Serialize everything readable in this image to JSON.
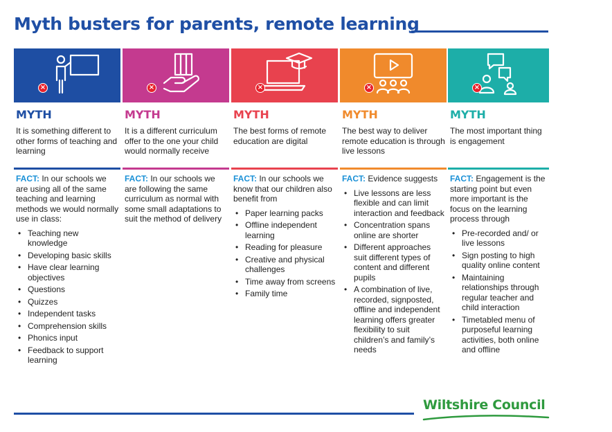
{
  "title": "Myth busters for parents, remote learning",
  "colors": {
    "title": "#1f4fa5",
    "logo": "#2e9a3e",
    "badge": "#e8202a",
    "fact_label": "#1a90d6"
  },
  "myth_label": "MYTH",
  "fact_label": "FACT:",
  "columns": [
    {
      "color": "#1e4ea3",
      "icon": "teacher-at-board-icon",
      "myth": "It is something different to other forms of teaching and learning",
      "fact_intro": "In our schools we are using all of the same teaching and learning methods we would normally use in class:",
      "bullets": [
        "Teaching new knowledge",
        "Developing basic skills",
        "Have clear learning objectives",
        "Questions",
        "Quizzes",
        "Independent tasks",
        "Comprehension skills",
        "Phonics input",
        "Feedback to support learning"
      ]
    },
    {
      "color": "#c43a8f",
      "icon": "hand-holding-books-icon",
      "myth": "It is a different curriculum offer to the one your child would normally receive",
      "fact_intro": "In our schools we are following the same curriculum as normal with some small adaptations to suit the method of delivery",
      "bullets": []
    },
    {
      "color": "#e8424e",
      "icon": "laptop-graduation-cap-icon",
      "myth": "The best forms of remote education are digital",
      "fact_intro": "In our schools we know that our children also benefit from",
      "bullets": [
        "Paper learning packs",
        "Offline independent learning",
        "Reading for pleasure",
        "Creative and physical challenges",
        "Time away from screens",
        "Family time"
      ]
    },
    {
      "color": "#f08a2c",
      "icon": "video-lesson-group-icon",
      "myth": "The best way to deliver remote education is through live lessons",
      "fact_intro": "Evidence suggests",
      "bullets": [
        "Live lessons are less flexible and can limit interaction and feedback",
        "Concentration spans online are shorter",
        "Different approaches suit different types of content and different pupils",
        "A combination of live, recorded, signposted, offline and independent learning offers greater flexibility to suit children’s and family’s needs"
      ]
    },
    {
      "color": "#1daea8",
      "icon": "people-chatting-icon",
      "myth": "The most important thing is engagement",
      "fact_intro": "Engagement is the starting point but even more important is the focus on the learning process through",
      "bullets": [
        "Pre-recorded and/ or live lessons",
        "Sign posting to high quality online content",
        "Maintaining relationships through regular teacher and child interaction",
        "Timetabled menu of purposeful learning activities, both online and offline"
      ]
    }
  ],
  "logo_text": "Wiltshire Council"
}
